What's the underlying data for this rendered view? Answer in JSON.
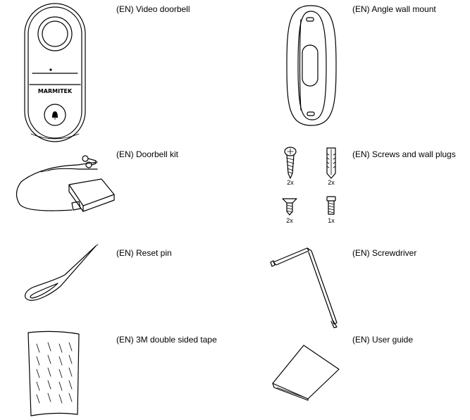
{
  "items": [
    {
      "label": "(EN) Video doorbell",
      "icon": "video-doorbell-icon"
    },
    {
      "label": "(EN) Angle wall mount",
      "icon": "angle-wall-mount-icon"
    },
    {
      "label": "(EN) Doorbell kit",
      "icon": "doorbell-kit-icon"
    },
    {
      "label": "(EN) Screws and wall plugs",
      "icon": "screws-and-wall-plugs-icon",
      "quantities": {
        "screw_long": "2x",
        "wall_plug": "2x",
        "screw_short": "2x",
        "screw_small": "1x"
      }
    },
    {
      "label": "(EN) Reset pin",
      "icon": "reset-pin-icon"
    },
    {
      "label": "(EN) Screwdriver",
      "icon": "screwdriver-icon"
    },
    {
      "label": "(EN) 3M double sided tape",
      "icon": "double-sided-tape-icon"
    },
    {
      "label": "(EN) User guide",
      "icon": "user-guide-icon"
    }
  ],
  "doorbell_brand": "MARMITEK"
}
